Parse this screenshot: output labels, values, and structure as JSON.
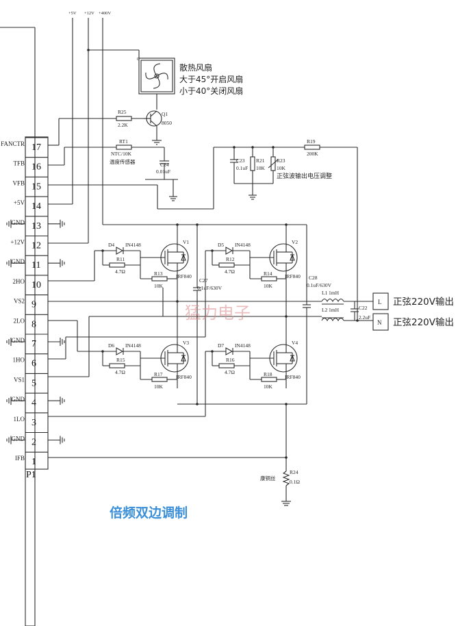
{
  "rails": {
    "v5": "+5V",
    "v12": "+12V",
    "v400": "+400V"
  },
  "connector": {
    "name": "P1",
    "pins": [
      {
        "num": "17",
        "label": "FANCTR"
      },
      {
        "num": "16",
        "label": "TFB"
      },
      {
        "num": "15",
        "label": "VFB"
      },
      {
        "num": "14",
        "label": "+5V"
      },
      {
        "num": "13",
        "label": "GND"
      },
      {
        "num": "12",
        "label": "+12V"
      },
      {
        "num": "11",
        "label": "GND"
      },
      {
        "num": "10",
        "label": "2HO"
      },
      {
        "num": "9",
        "label": "VS2"
      },
      {
        "num": "8",
        "label": "2LO"
      },
      {
        "num": "7",
        "label": "GND"
      },
      {
        "num": "6",
        "label": "1HO"
      },
      {
        "num": "5",
        "label": "VS1"
      },
      {
        "num": "4",
        "label": "GND"
      },
      {
        "num": "3",
        "label": "1LO"
      },
      {
        "num": "2",
        "label": "GND"
      },
      {
        "num": "1",
        "label": "IFB"
      }
    ]
  },
  "fan": {
    "note_line1": "散热风扇",
    "note_line2": "大于45°开启风扇",
    "note_line3": "小于40°关闭风扇"
  },
  "parts": {
    "Q1": {
      "ref": "Q1",
      "value": "8050"
    },
    "R25": {
      "ref": "R25",
      "value": "2.2K"
    },
    "RT1": {
      "ref": "RT1",
      "value": "NTC/10K",
      "note": "温度传感器"
    },
    "C24": {
      "ref": "C24",
      "value": "0.01uF"
    },
    "C23": {
      "ref": "C23",
      "value": "0.1uF"
    },
    "R21": {
      "ref": "R21",
      "value": "10K"
    },
    "R23": {
      "ref": "R23",
      "value": "10K"
    },
    "R19": {
      "ref": "R19",
      "value": "200K"
    },
    "feedback_note": "正弦波输出电压调整",
    "V1": {
      "ref": "V1",
      "value": "IRF840"
    },
    "V2": {
      "ref": "V2",
      "value": "IRF840"
    },
    "V3": {
      "ref": "V3",
      "value": "IRF840"
    },
    "V4": {
      "ref": "V4",
      "value": "IRF840"
    },
    "D4": {
      "ref": "D4",
      "value": "IN4148"
    },
    "D5": {
      "ref": "D5",
      "value": "IN4148"
    },
    "D6": {
      "ref": "D6",
      "value": "IN4148"
    },
    "D7": {
      "ref": "D7",
      "value": "IN4148"
    },
    "R11": {
      "ref": "R11",
      "value": "4.7Ω"
    },
    "R12": {
      "ref": "R12",
      "value": "4.7Ω"
    },
    "R15": {
      "ref": "R15",
      "value": "4.7Ω"
    },
    "R16": {
      "ref": "R16",
      "value": "4.7Ω"
    },
    "R13": {
      "ref": "R13",
      "value": "10K"
    },
    "R14": {
      "ref": "R14",
      "value": "10K"
    },
    "R17": {
      "ref": "R17",
      "value": "10K"
    },
    "R18": {
      "ref": "R18",
      "value": "10K"
    },
    "C27": {
      "ref": "C27",
      "value": "0.1uF/630V"
    },
    "C28": {
      "ref": "C28",
      "value": "0.1uF/630V"
    },
    "L1": {
      "ref": "L1",
      "value": "1mH"
    },
    "L2": {
      "ref": "L2",
      "value": "1mH"
    },
    "C22": {
      "ref": "C22",
      "value": "2.2uF"
    },
    "R24": {
      "ref": "R24",
      "value": "0.1Ω",
      "note": "康铜丝"
    }
  },
  "outputs": [
    {
      "terminal": "L",
      "label": "正弦220V输出"
    },
    {
      "terminal": "N",
      "label": "正弦220V输出"
    }
  ],
  "watermark": "猛力电子",
  "caption": "倍频双边调制"
}
